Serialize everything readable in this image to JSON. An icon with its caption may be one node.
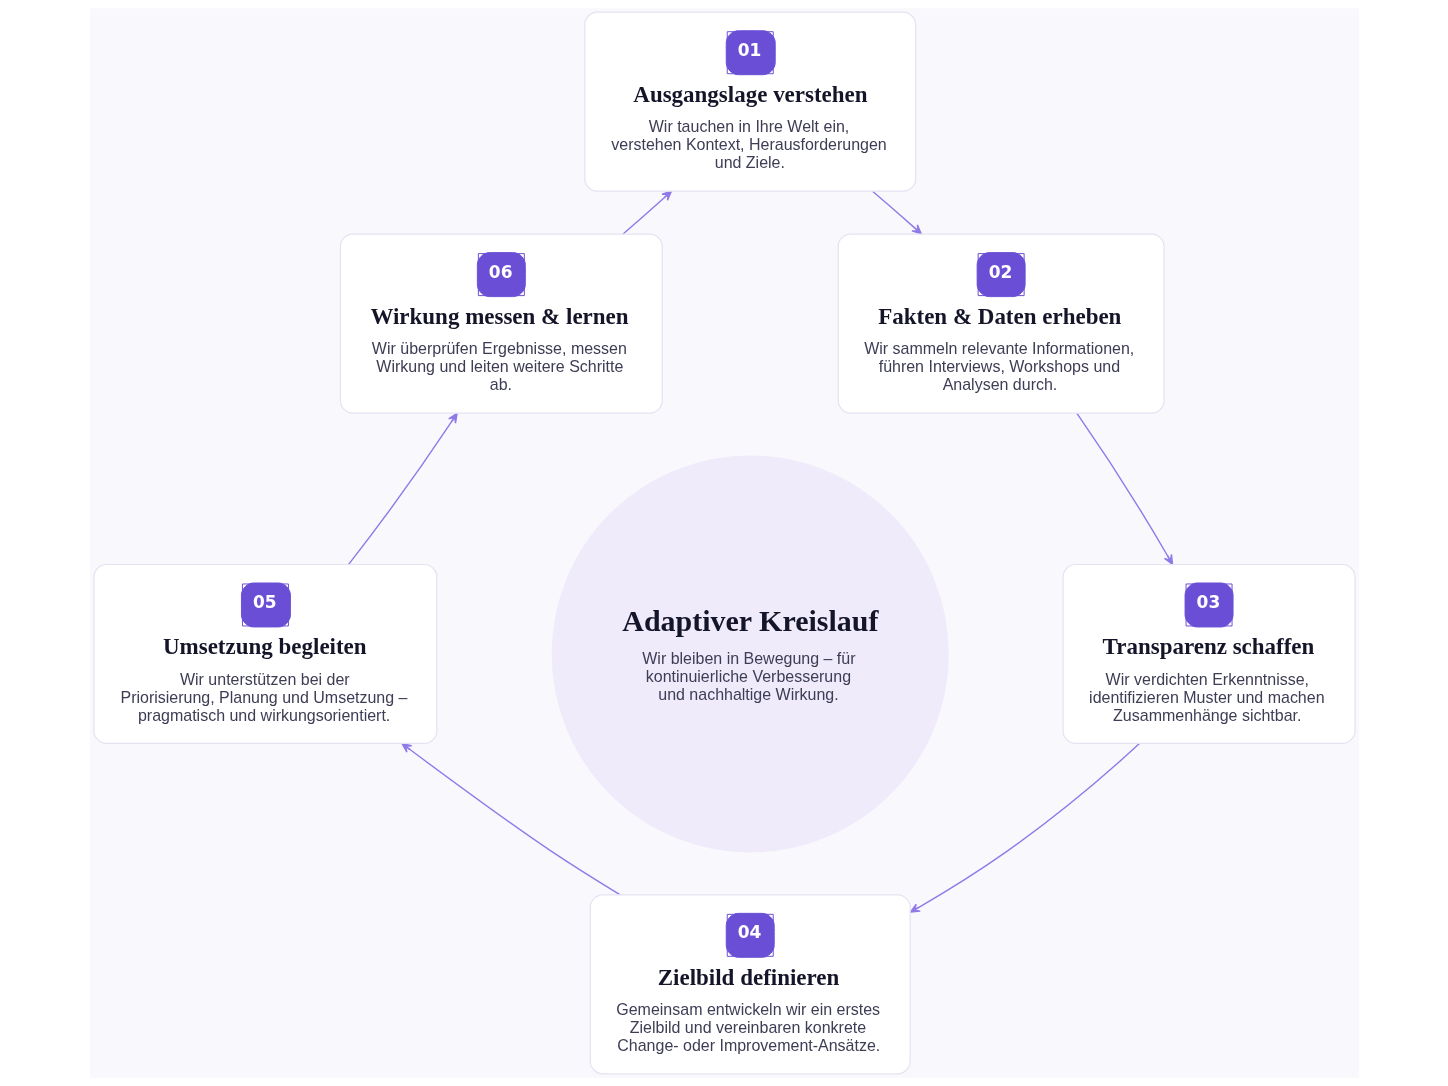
{
  "diagram": {
    "nodes": [
      {
        "text": [
          "01",
          "Ausgangslage verstehen",
          "Wir tauchen in Ihre Welt ein, verstehen Kontext, Herausforderungen und Ziele."
        ]
      },
      {
        "text": [
          "02",
          "Fakten & Daten erheben",
          "Wir sammeln relevante Informationen, führen Interviews, Workshops und Analysen durch."
        ]
      },
      {
        "text": [
          "03",
          "Transparenz schaffen",
          "Wir verdichten Erkenntnisse, identifizieren Muster und machen Zusammenhänge sichtbar."
        ]
      },
      {
        "text": [
          "04",
          "Zielbild definieren",
          "Gemeinsam entwickeln wir ein erstes Zielbild und vereinbaren konkrete Change- oder Improvement-Ansätze."
        ]
      },
      {
        "text": [
          "05",
          "Umsetzung begleiten",
          "Wir unterstützen bei der Priorisierung, Planung und Umsetzung – pragmatisch und wirkungsorientiert."
        ]
      },
      {
        "text": [
          "06",
          "Wirkung messen & lernen",
          "Wir überprüfen Ergebnisse, messen Wirkung und leiten weitere Schritte ab."
        ]
      },
      {
        "text": [
          "Adaptiver Kreislauf",
          "Wir bleiben in Bewegung – für kontinuierliche Verbesserung und nachhaltige Wirkung."
        ]
      }
    ],
    "edges": [
      {
        "from": 0,
        "to": 1,
        "arrow": "to"
      },
      {
        "from": 1,
        "to": 2,
        "arrow": "to"
      },
      {
        "from": 2,
        "to": 3,
        "arrow": "to"
      },
      {
        "from": 3,
        "to": 4,
        "arrow": "to"
      },
      {
        "from": 4,
        "to": 5,
        "arrow": "to"
      },
      {
        "from": 5,
        "to": 0,
        "arrow": "to"
      }
    ]
  }
}
